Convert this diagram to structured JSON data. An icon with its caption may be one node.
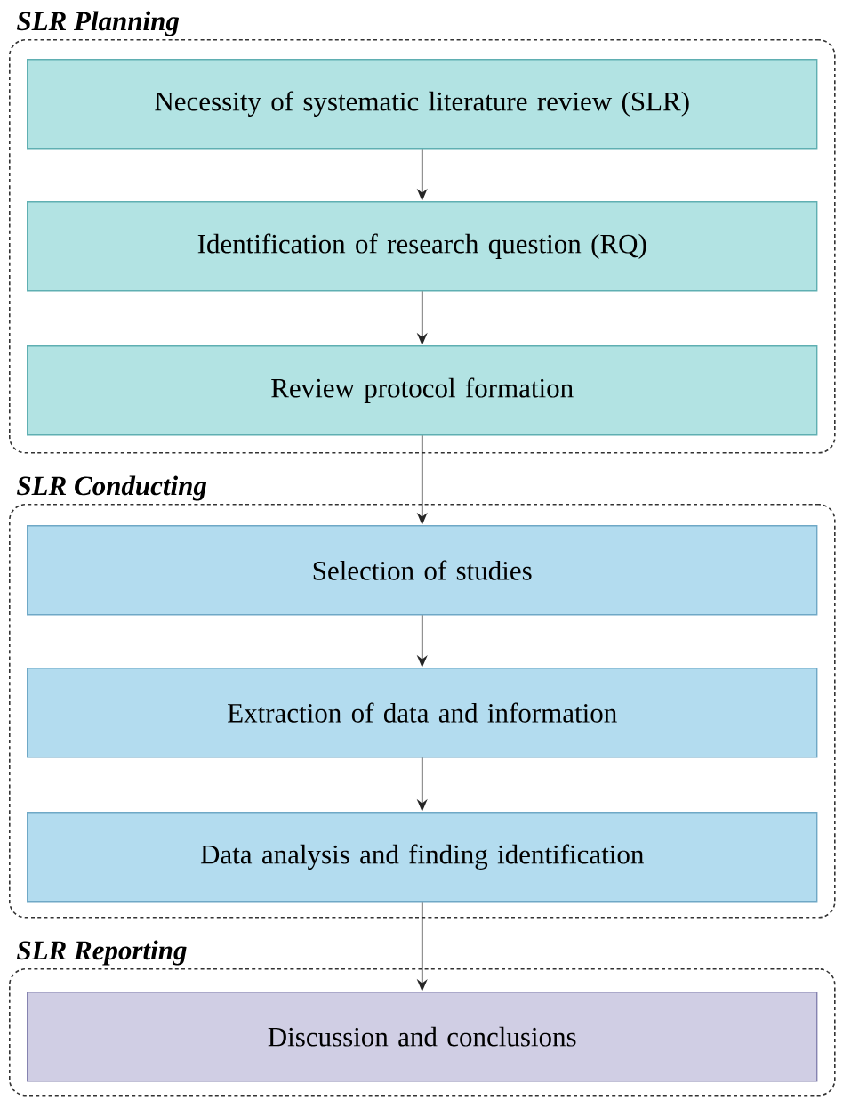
{
  "diagram": {
    "nodes": [
      {
        "text": [
          "SLR Planning"
        ]
      },
      {
        "text": [
          "Necessity of systematic literature review (SLR)"
        ],
        "in": 0
      },
      {
        "text": [
          "Identification of research question (RQ)"
        ],
        "in": 0
      },
      {
        "text": [
          "Review protocol formation"
        ],
        "in": 0
      },
      {
        "text": [
          "SLR Conducting"
        ]
      },
      {
        "text": [
          "Selection of studies"
        ],
        "in": 4
      },
      {
        "text": [
          "Extraction of data and information"
        ],
        "in": 4
      },
      {
        "text": [
          "Data analysis and finding identification"
        ],
        "in": 4
      },
      {
        "text": [
          "SLR Reporting"
        ]
      },
      {
        "text": [
          "Discussion and conclusions"
        ],
        "in": 8
      }
    ],
    "edges": [
      {
        "from": 1,
        "to": 2,
        "arrow": "to"
      },
      {
        "from": 2,
        "to": 3,
        "arrow": "to"
      },
      {
        "from": 3,
        "to": 5,
        "arrow": "to"
      },
      {
        "from": 5,
        "to": 6,
        "arrow": "to"
      },
      {
        "from": 6,
        "to": 7,
        "arrow": "to"
      },
      {
        "from": 7,
        "to": 9,
        "arrow": "to"
      }
    ]
  }
}
